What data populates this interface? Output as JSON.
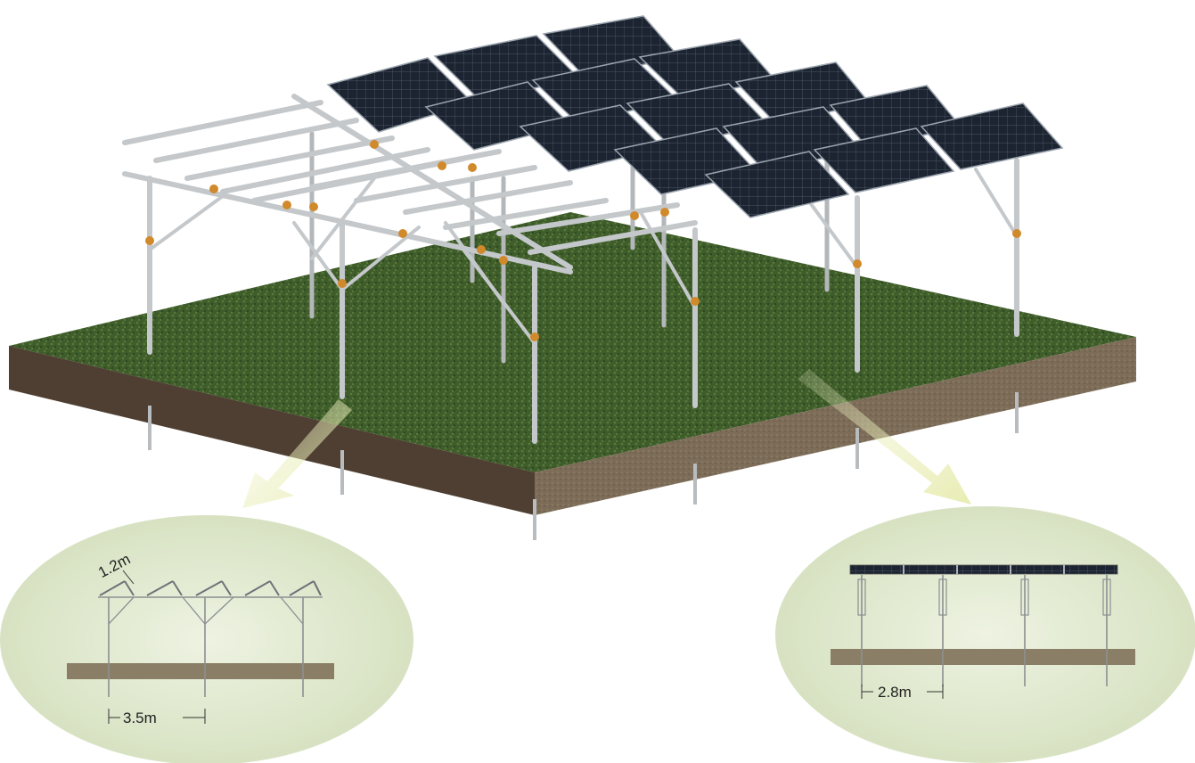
{
  "left_detail": {
    "tilt_gap_label": "1.2m",
    "span_label": "3.5m"
  },
  "right_detail": {
    "span_label": "2.8m"
  },
  "colors": {
    "grass": "#3d5a2a",
    "soil": "#7a6a55",
    "steel": "#c9ccce",
    "panel": "#1b2330",
    "detail_bg": "#dfe8cf",
    "arrow": "#e2e7a8",
    "ground_bar": "#8a7f66"
  },
  "icons": {
    "solar_panel": "solar-panel-icon",
    "callout_arrow": "callout-arrow-icon"
  }
}
